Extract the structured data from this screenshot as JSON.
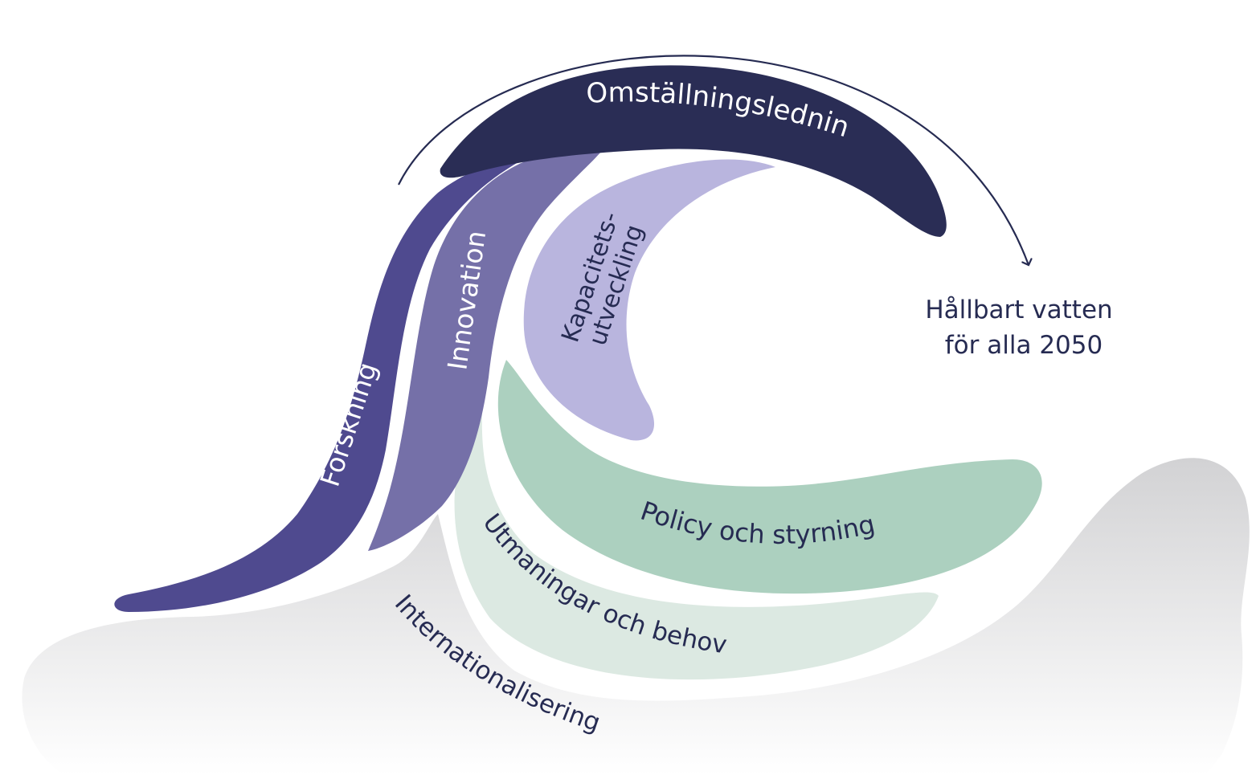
{
  "goal": {
    "line1": "Hållbart vatten",
    "line2": "för alla 2050"
  },
  "segments": {
    "omstallning": "Omställningsledning",
    "forskning": "Forskning",
    "innovation": "Innovation",
    "kapacitet_line1": "Kapacitets-",
    "kapacitet_line2": "utveckling",
    "policy": "Policy och styrning",
    "utmaningar": "Utmaningar och behov",
    "internationalisering": "Internationalisering"
  },
  "colors": {
    "omstallning": "#2a2d55",
    "forskning": "#4f4a8f",
    "innovation": "#7570a8",
    "kapacitet": "#b9b5de",
    "policy": "#acd0bf",
    "utmaningar": "#dce9e2",
    "base_wave": "#d9d9db",
    "arrow": "#262b52"
  }
}
